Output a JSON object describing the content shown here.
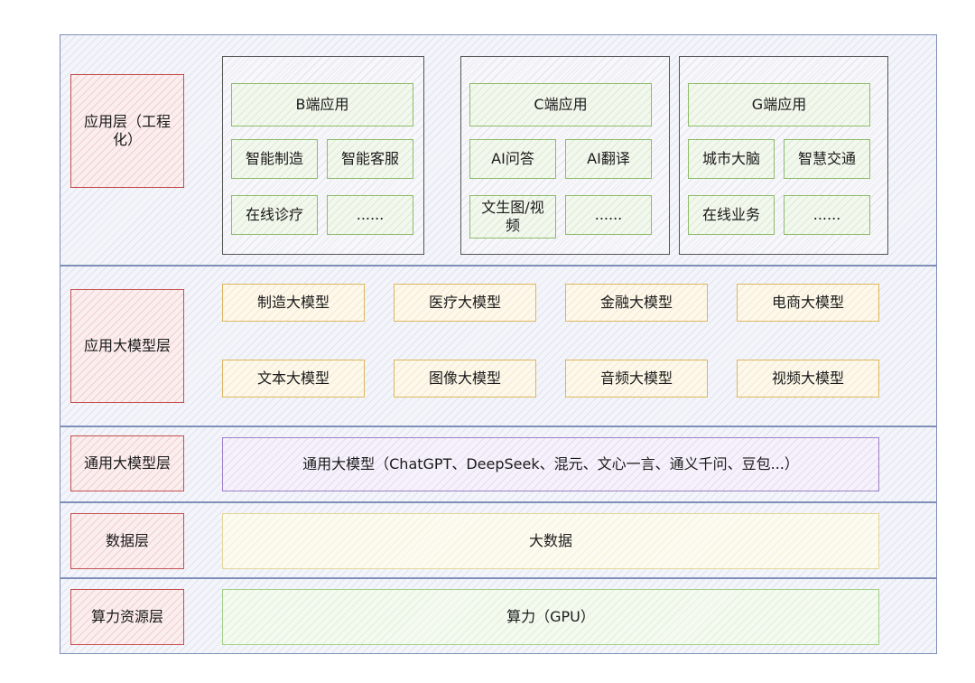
{
  "layers": {
    "application": {
      "label": "应用层（工程化）",
      "groups": [
        {
          "title": "B端应用",
          "items": [
            "智能制造",
            "智能客服",
            "在线诊疗",
            "......"
          ]
        },
        {
          "title": "C端应用",
          "items": [
            "AI问答",
            "AI翻译",
            "文生图/视频",
            "......"
          ]
        },
        {
          "title": "G端应用",
          "items": [
            "城市大脑",
            "智慧交通",
            "在线业务",
            "......"
          ]
        }
      ]
    },
    "app_models": {
      "label": "应用大模型层",
      "items": [
        "制造大模型",
        "医疗大模型",
        "金融大模型",
        "电商大模型",
        "文本大模型",
        "图像大模型",
        "音频大模型",
        "视频大模型"
      ]
    },
    "general_models": {
      "label": "通用大模型层",
      "content": "通用大模型（ChatGPT、DeepSeek、混元、文心一言、通义千问、豆包...）"
    },
    "data": {
      "label": "数据层",
      "content": "大数据"
    },
    "compute": {
      "label": "算力资源层",
      "content": "算力（GPU）"
    }
  },
  "colors": {
    "band_border": "#7f8fb8",
    "label_border": "#c44f4f",
    "app_item_border": "#8dbb6a",
    "model_item_border": "#dcb65e",
    "general_border": "#9b7fc7"
  }
}
